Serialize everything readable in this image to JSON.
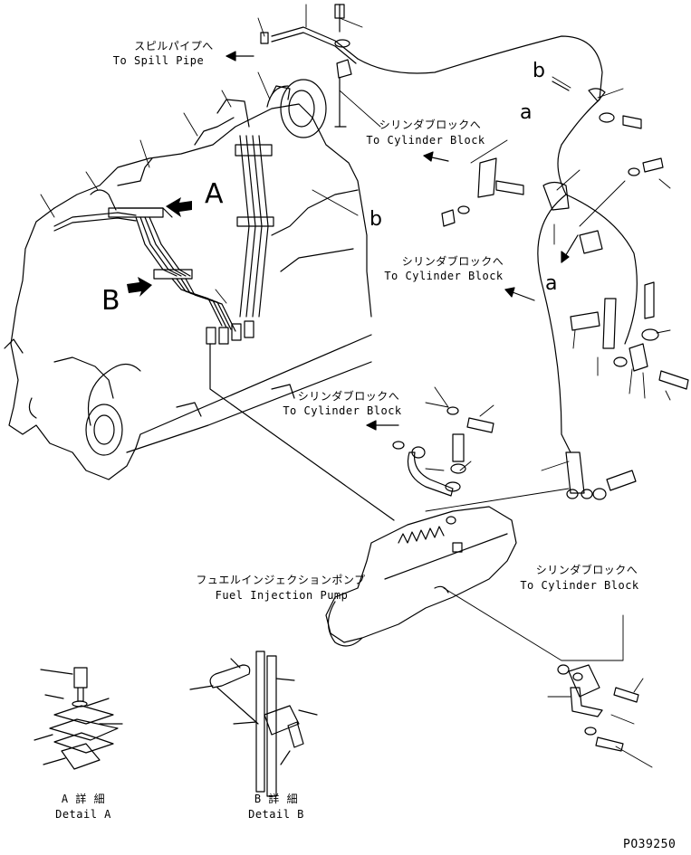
{
  "labels": {
    "spill_pipe_jp": "スピルパイプへ",
    "spill_pipe_en": "To Spill Pipe",
    "cyl_block_jp": "シリンダブロックへ",
    "cyl_block_en": "To Cylinder Block",
    "fuel_pump_jp": "フュエルインジェクションポンプ",
    "fuel_pump_en": "Fuel Injection Pump",
    "detail_a_jp": "A 詳 細",
    "detail_a_en": "Detail A",
    "detail_b_jp": "B 詳 細",
    "detail_b_en": "Detail B",
    "view_a": "A",
    "view_b": "B",
    "ref_a": "a",
    "ref_b": "b",
    "drawing_no": "PO39250"
  },
  "colors": {
    "line": "#000000",
    "background": "#ffffff"
  }
}
